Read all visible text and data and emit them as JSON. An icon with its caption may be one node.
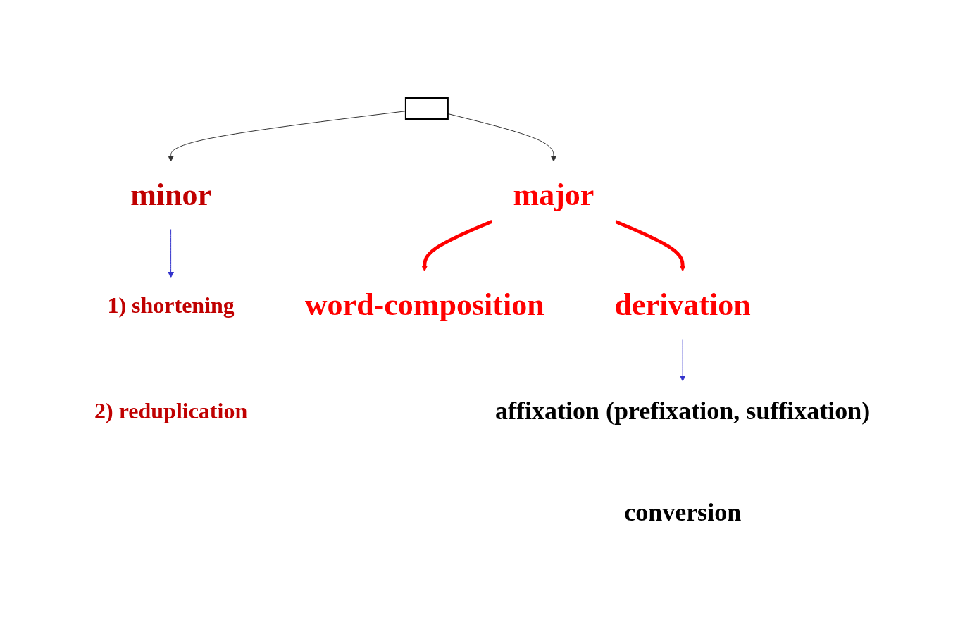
{
  "diagram": {
    "nodes": [
      {
        "text": [],
        "shape": "box"
      },
      {
        "text": [
          "major"
        ]
      },
      {
        "text": [
          "minor"
        ]
      },
      {
        "text": [
          "derivation"
        ]
      },
      {
        "text": [
          "word-composition"
        ]
      },
      {
        "text": [
          "1) shortening"
        ]
      },
      {
        "text": [
          "2) reduplication"
        ]
      },
      {
        "text": [
          "affixation (prefixation, suffixation)"
        ]
      },
      {
        "text": [
          "conversion"
        ]
      }
    ],
    "edges": [
      {
        "from": 0,
        "to": 1,
        "arrow": "to"
      },
      {
        "from": 0,
        "to": 2,
        "arrow": "to"
      },
      {
        "from": 1,
        "to": 3,
        "arrow": "to",
        "style": "thick",
        "color": "#ff0000"
      },
      {
        "from": 1,
        "to": 4,
        "arrow": "to",
        "style": "thick",
        "color": "#ff0000"
      },
      {
        "from": 2,
        "to": 5,
        "arrow": "to",
        "color": "#3333cc"
      },
      {
        "from": 3,
        "to": 7,
        "arrow": "to",
        "color": "#3333cc"
      }
    ]
  }
}
